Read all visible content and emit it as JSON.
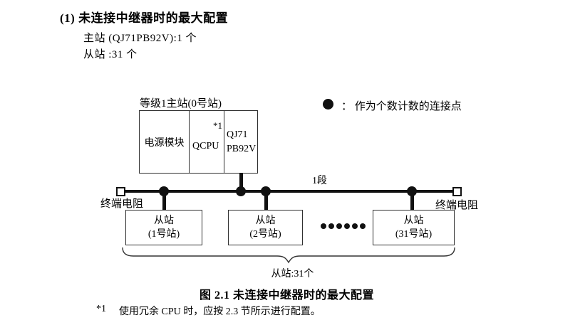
{
  "page": {
    "heading": "(1) 未连接中继器时的最大配置",
    "master_line": "主站 (QJ71PB92V):1 个",
    "slave_line": "从站 :31 个",
    "caption": "图 2.1 未连接中继器时的最大配置",
    "footnote_marker": "*1",
    "footnote_text": "使用冗余 CPU 时，应按 2.3 节所示进行配置。"
  },
  "diagram": {
    "master_label": "等级1主站(0号站)",
    "master_modules": {
      "power": "电源模块",
      "cpu": "QCPU",
      "cpu_note": "*1",
      "pb_line1": "QJ71",
      "pb_line2": "PB92V"
    },
    "legend_text": "： 作为个数计数的连接点",
    "segment_label": "1段",
    "terminator_left": "终端电阻",
    "terminator_right": "终端电阻",
    "slaves": [
      {
        "name": "从站",
        "station": "(1号站)"
      },
      {
        "name": "从站",
        "station": "(2号站)"
      },
      {
        "name": "从站",
        "station": "(31号站)"
      }
    ],
    "brace_label": "从站:31个"
  },
  "colors": {
    "text": "#000000",
    "line": "#111111",
    "border": "#2f2f2f",
    "background": "#ffffff"
  }
}
